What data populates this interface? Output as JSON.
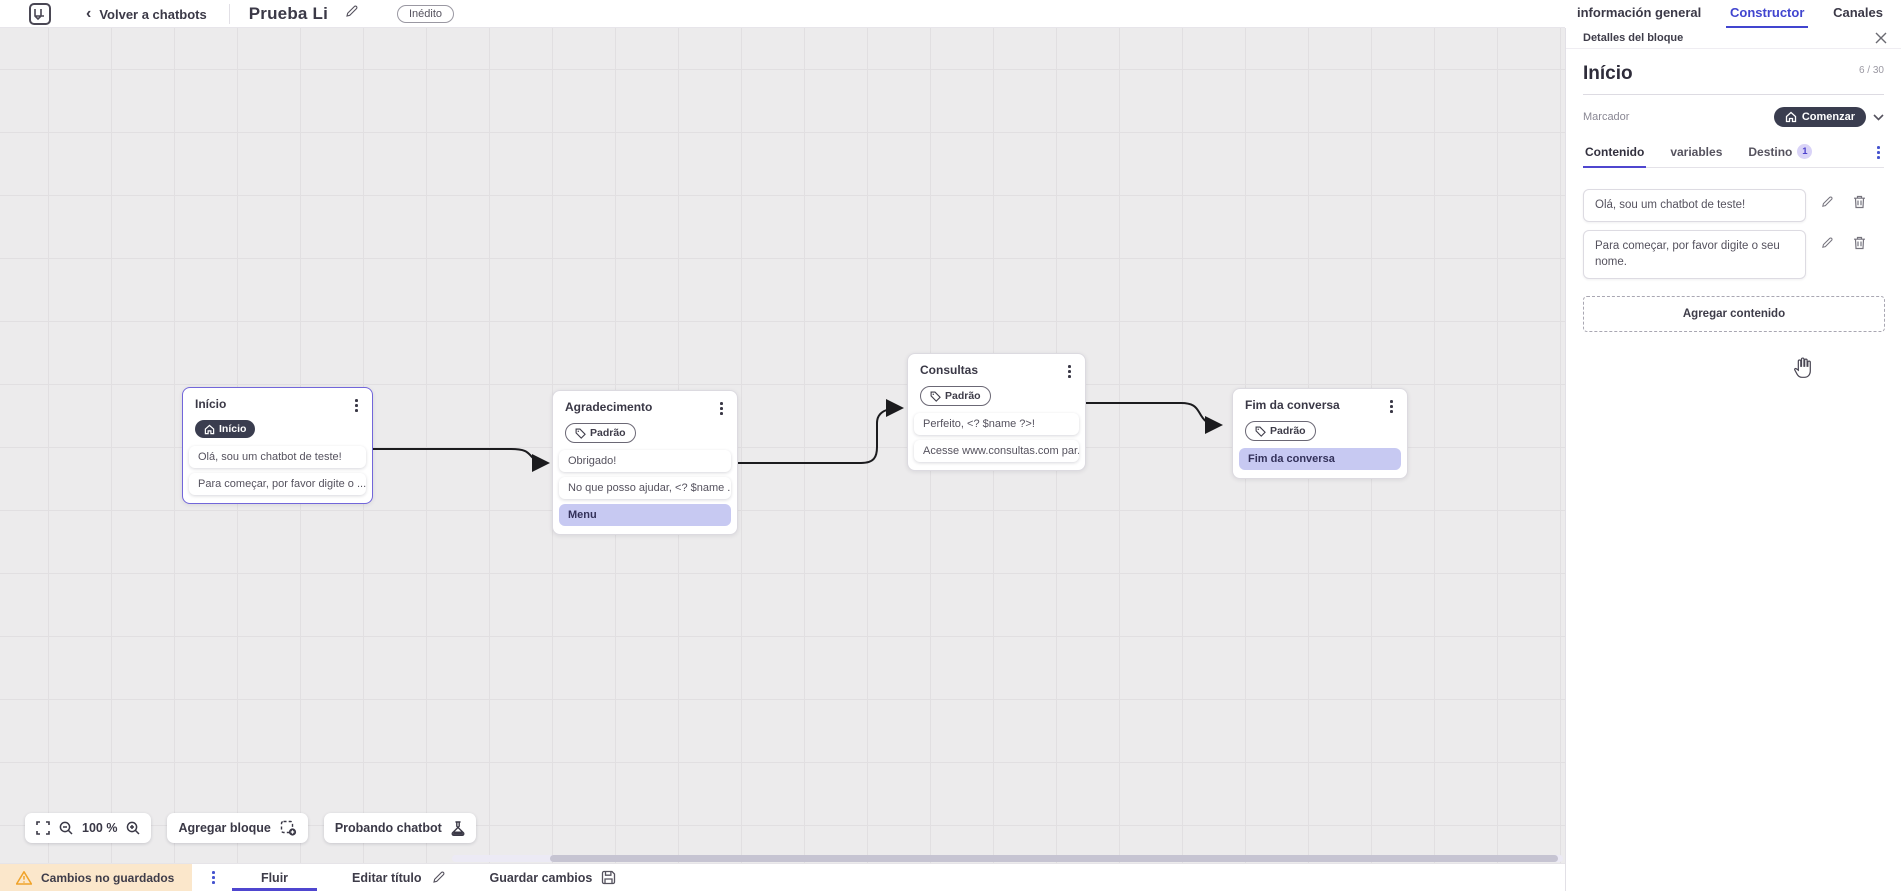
{
  "header": {
    "back_label": "Volver a chatbots",
    "title": "Prueba Li",
    "status_badge": "Inédito",
    "tabs": [
      {
        "label": "información general",
        "active": false
      },
      {
        "label": "Constructor",
        "active": true
      },
      {
        "label": "Canales",
        "active": false
      }
    ]
  },
  "panel": {
    "header": "Detalles del bloque",
    "block_name": "Início",
    "char_counter": "6 / 30",
    "marker_label": "Marcador",
    "marker_value": "Comenzar",
    "tabs": [
      {
        "label": "Contenido",
        "active": true
      },
      {
        "label": "variables",
        "active": false
      },
      {
        "label": "Destino",
        "badge": "1",
        "active": false
      }
    ],
    "contents": [
      "Olá, sou um chatbot de teste!",
      "Para começar, por favor digite o seu nome."
    ],
    "add_content_label": "Agregar contenido"
  },
  "canvas": {
    "zoom_level": "100 %",
    "add_block_label": "Agregar bloque",
    "test_chatbot_label": "Probando chatbot",
    "blocks": [
      {
        "title": "Início",
        "tag": "Início",
        "tag_type": "start",
        "selected": true,
        "rows": [
          {
            "text": "Olá, sou um chatbot de teste!"
          },
          {
            "text": "Para começar, por favor digite o ..."
          }
        ]
      },
      {
        "title": "Agradecimento",
        "tag": "Padrão",
        "tag_type": "default",
        "selected": false,
        "rows": [
          {
            "text": "Obrigado!"
          },
          {
            "text": "No que posso ajudar, <? $name ..."
          },
          {
            "text": "Menu",
            "highlight": true
          }
        ]
      },
      {
        "title": "Consultas",
        "tag": "Padrão",
        "tag_type": "default",
        "selected": false,
        "rows": [
          {
            "text": "Perfeito, <? $name ?>!"
          },
          {
            "text": "Acesse www.consultas.com par..."
          }
        ]
      },
      {
        "title": "Fim da conversa",
        "tag": "Padrão",
        "tag_type": "default",
        "selected": false,
        "rows": [
          {
            "text": "Fim da conversa",
            "highlight": true
          }
        ]
      }
    ]
  },
  "footer": {
    "unsaved_label": "Cambios no guardados",
    "tab": "Fluir",
    "edit_title_label": "Editar título",
    "save_label": "Guardar cambios"
  },
  "colors": {
    "accent_indigo": "#4145cf",
    "underline_indigo": "#4f46cf",
    "dark_pill": "#3a3d4f",
    "highlight_lavender": "#c7c9f2",
    "selected_border": "#7266da",
    "unsaved_bg": "#fbe7cb",
    "warning_orange": "#f0a32a",
    "canvas_bg": "#ecebec"
  }
}
